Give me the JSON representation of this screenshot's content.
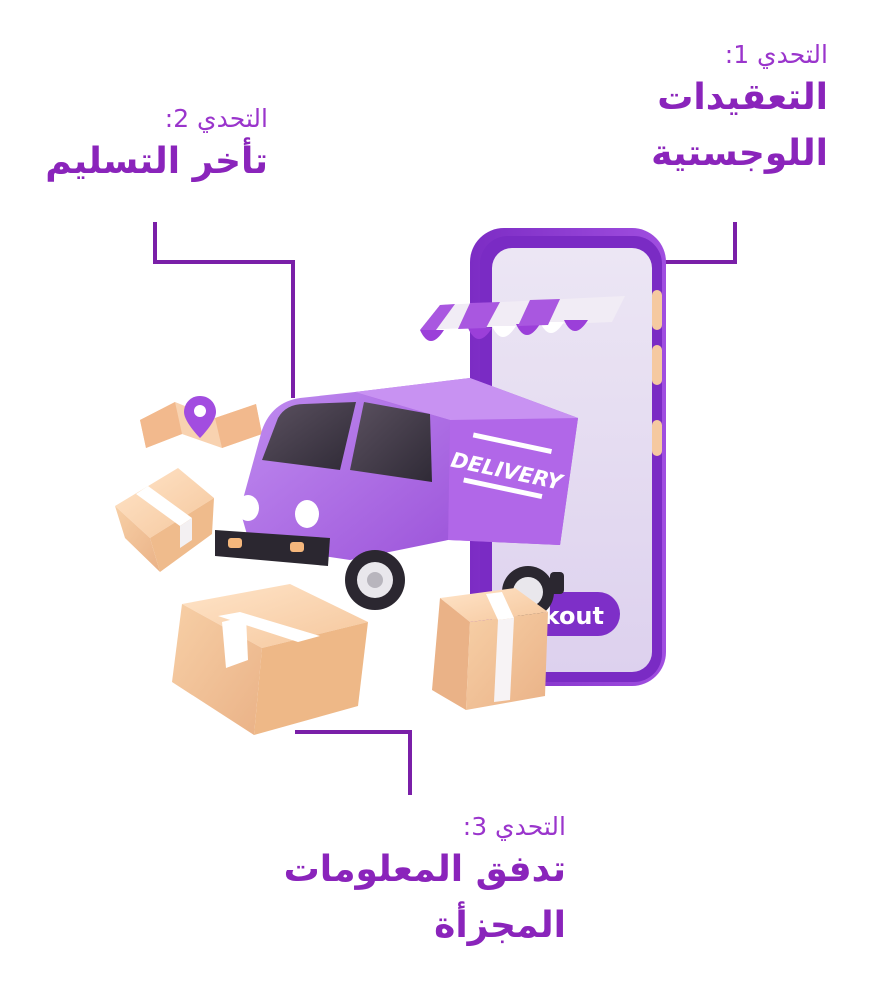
{
  "challenges": [
    {
      "label": "التحدي 1:",
      "title_line1": "التعقيدات",
      "title_line2": "اللوجستية"
    },
    {
      "label": "التحدي 2:",
      "title_line1": "تأخر التسليم",
      "title_line2": ""
    },
    {
      "label": "التحدي 3:",
      "title_line1": "تدفق المعلومات",
      "title_line2": "المجزأة"
    }
  ],
  "illustration": {
    "truck_text": "DELIVERY",
    "phone_button_text": "kout"
  },
  "colors": {
    "accent": "#8a24bb",
    "connector": "#7a1fa8",
    "phone": "#9b3fd9",
    "truck": "#b56ee6",
    "box": "#f5c9a0"
  }
}
